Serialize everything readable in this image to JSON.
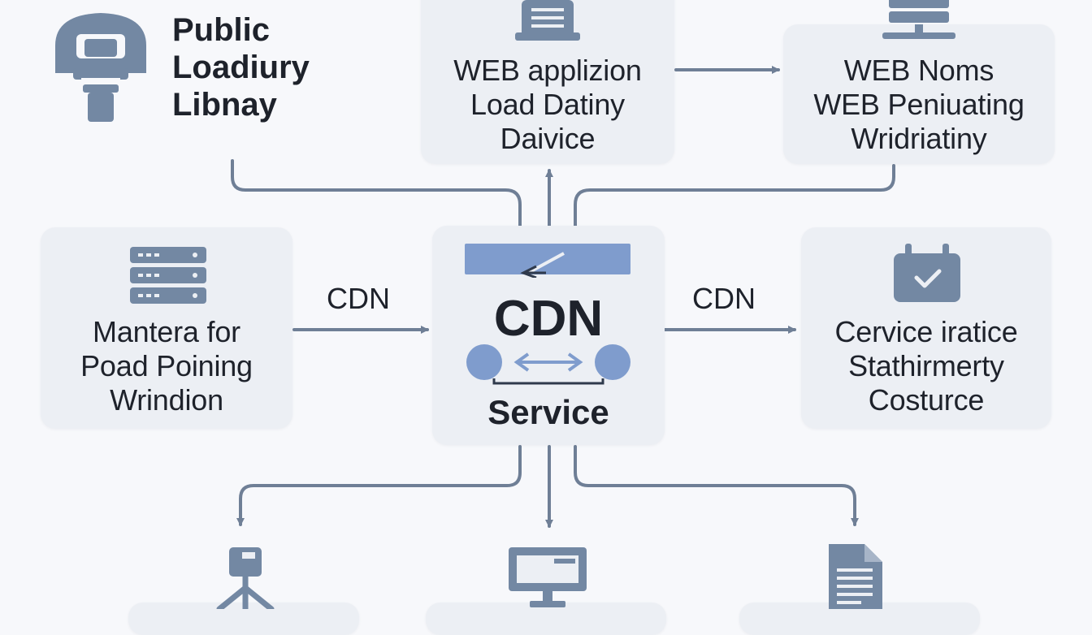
{
  "title": {
    "lines": [
      "Public",
      "Loadiury",
      "Libnay"
    ]
  },
  "boxes": {
    "top_center": {
      "lines": [
        "WEB applizion",
        "Load Datiny",
        "Daivice"
      ]
    },
    "top_right": {
      "lines": [
        "WEB Noms",
        "WEB Peniuating",
        "Wridriatiny"
      ]
    },
    "left": {
      "lines": [
        "Mantera for",
        "Poad Poining",
        "Wrindion"
      ]
    },
    "right": {
      "lines": [
        "Cervice iratice",
        "Stathirmerty",
        "Costurce"
      ]
    },
    "center": {
      "title": "CDN",
      "subtitle": "Service"
    }
  },
  "edge_labels": {
    "left": "CDN",
    "right": "CDN"
  },
  "colors": {
    "icon": "#7388a3",
    "accent": "#7f9ccd",
    "line": "#6f7f96",
    "box": "#eceff4",
    "background": "#f7f8fb",
    "text": "#1e222b"
  },
  "icons": {
    "title": "library-pillar-icon",
    "top_center": "document-tray-icon",
    "top_right": "server-stack-icon",
    "left": "server-rack-icon",
    "right": "calendar-check-icon",
    "bottom_left": "network-tree-icon",
    "bottom_center": "monitor-icon",
    "bottom_right": "document-icon"
  }
}
